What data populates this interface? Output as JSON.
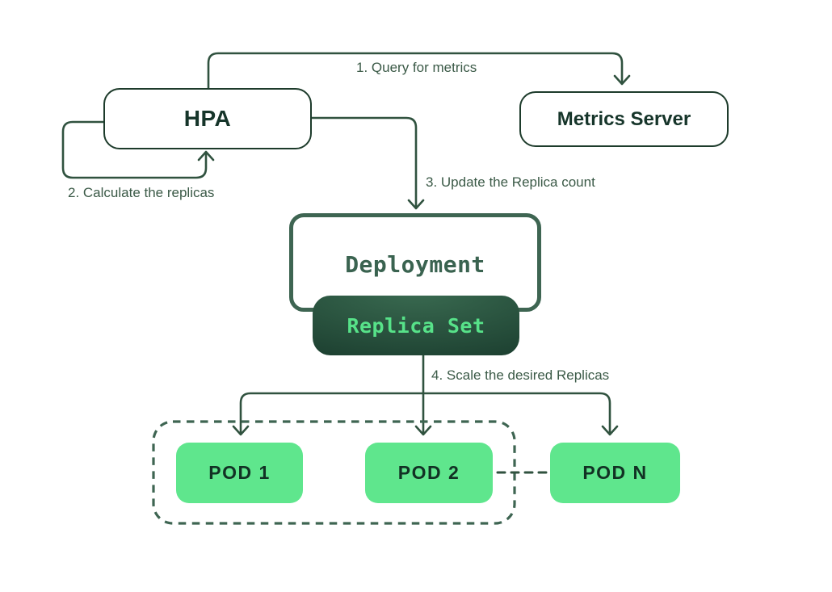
{
  "nodes": {
    "hpa": {
      "label": "HPA"
    },
    "metrics_server": {
      "label": "Metrics Server"
    },
    "deployment": {
      "label": "Deployment"
    },
    "replica_set": {
      "label": "Replica Set"
    },
    "pod1": {
      "label": "POD 1"
    },
    "pod2": {
      "label": "POD 2"
    },
    "podn": {
      "label": "POD N"
    }
  },
  "edges": {
    "query": {
      "label": "1.  Query for metrics"
    },
    "calculate": {
      "label": "2. Calculate the replicas"
    },
    "update": {
      "label": "3. Update the Replica count"
    },
    "scale": {
      "label": "4. Scale the desired Replicas"
    }
  },
  "colors": {
    "line": "#30523f",
    "node_border": "#1d3b2b",
    "deployment_border": "#3e6552",
    "node_text": "#16352a",
    "label_text": "#3b5a47",
    "pod_fill": "#5fe68d",
    "pod_text": "#123124",
    "replica_dark": "#1e4232",
    "replica_light": "#3a6b51",
    "replica_text": "#57e289",
    "deployment_text": "#3a6350",
    "background": "#ffffff"
  }
}
